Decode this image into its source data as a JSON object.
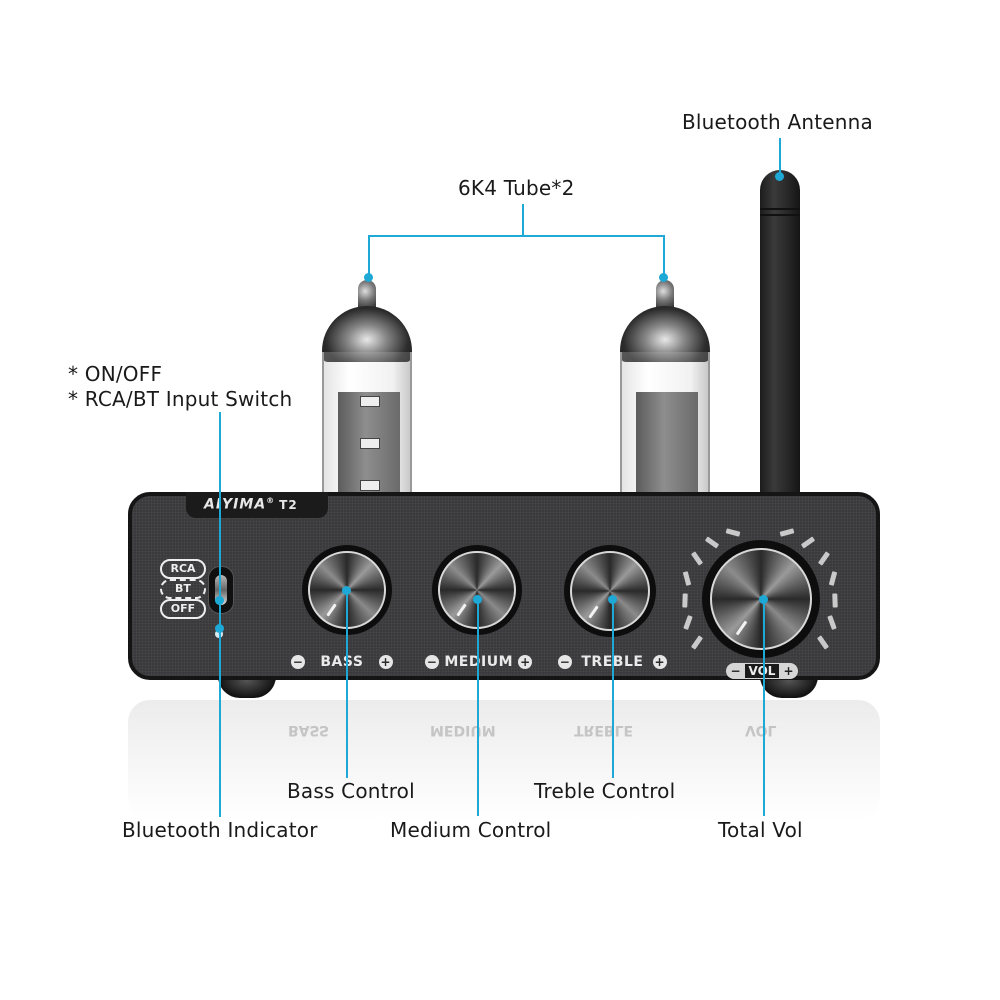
{
  "callouts": {
    "antenna": "Bluetooth Antenna",
    "tubes": "6K4 Tube*2",
    "switch_line1": "* ON/OFF",
    "switch_line2": "* RCA/BT Input Switch",
    "bass": "Bass Control",
    "treble": "Treble Control",
    "bt_indicator": "Bluetooth Indicator",
    "medium": "Medium Control",
    "total_vol": "Total Vol"
  },
  "device": {
    "brand": "AIYIMA",
    "registered": "®",
    "model": "T2",
    "switch_positions": [
      "RCA",
      "BT",
      "OFF"
    ],
    "controls": [
      {
        "label": "BASS",
        "minus": "−",
        "plus": "+"
      },
      {
        "label": "MEDIUM",
        "minus": "−",
        "plus": "+"
      },
      {
        "label": "TREBLE",
        "minus": "−",
        "plus": "+"
      }
    ],
    "volume": {
      "label": "VOL",
      "minus": "−",
      "plus": "+"
    }
  },
  "colors": {
    "callout_line": "#1ea8d6",
    "body": "#3a3a3c",
    "background": "#ffffff"
  }
}
